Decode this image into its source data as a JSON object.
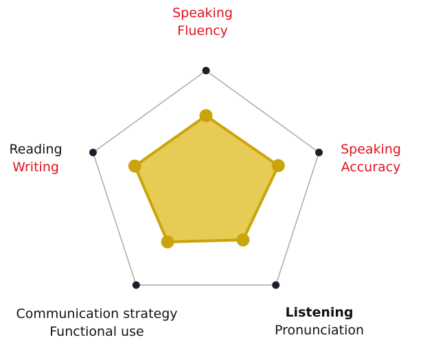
{
  "chart_data": {
    "type": "radar",
    "title": "",
    "axes": [
      {
        "lines": [
          "Speaking",
          "Fluency"
        ],
        "colors": [
          "#e0121b",
          "#e0121b"
        ]
      },
      {
        "lines": [
          "Speaking",
          "Accuracy"
        ],
        "colors": [
          "#e0121b",
          "#e0121b"
        ]
      },
      {
        "lines": [
          "Listening",
          "Pronunciation"
        ],
        "colors": [
          "#111111",
          "#111111"
        ]
      },
      {
        "lines": [
          "Communication strategy",
          "Functional use"
        ],
        "colors": [
          "#111111",
          "#111111"
        ]
      },
      {
        "lines": [
          "Reading",
          "Writing"
        ],
        "colors": [
          "#111111",
          "#e0121b"
        ]
      }
    ],
    "series": [
      {
        "values": [
          0.62,
          0.64,
          0.53,
          0.55,
          0.63
        ],
        "fill": "#e6cc55",
        "stroke": "#c9a40a"
      }
    ],
    "range": [
      0,
      1
    ],
    "frame_color": "#a8a8a8",
    "vertex_color": "#17212b"
  }
}
